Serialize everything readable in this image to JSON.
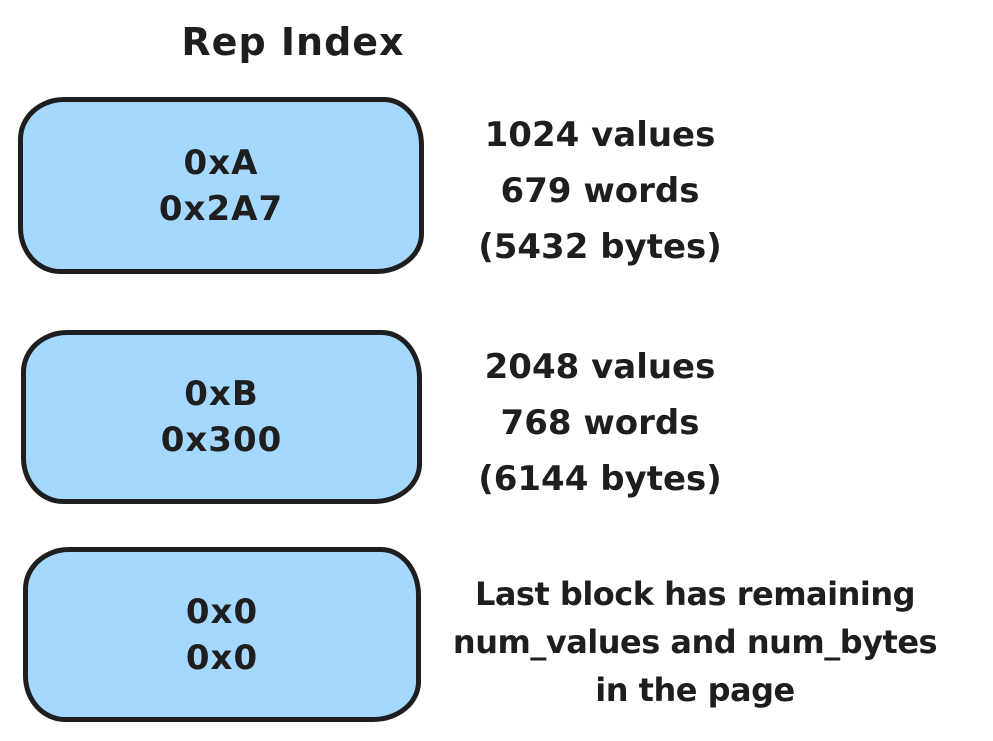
{
  "title": "Rep Index",
  "colors": {
    "background": "#ffffff",
    "block_fill": "#a5d8ff",
    "block_border": "#1e1e1e",
    "text": "#1e1e1e"
  },
  "blocks": [
    {
      "values": [
        "0xA",
        "0x2A7"
      ],
      "annotation": [
        "1024 values",
        "679 words",
        "(5432 bytes)"
      ]
    },
    {
      "values": [
        "0xB",
        "0x300"
      ],
      "annotation": [
        "2048 values",
        "768 words",
        "(6144 bytes)"
      ]
    },
    {
      "values": [
        "0x0",
        "0x0"
      ],
      "annotation": [
        "Last block has remaining",
        "num_values and num_bytes",
        "in the page"
      ]
    }
  ]
}
